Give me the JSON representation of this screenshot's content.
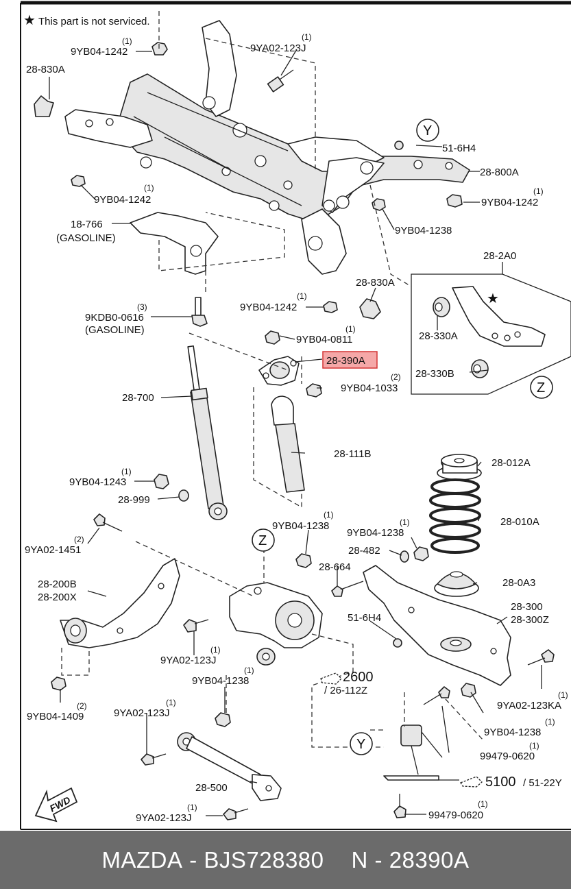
{
  "note": "This part is not serviced.",
  "highlight": {
    "label": "28-390A",
    "fill": "#f5a8a8",
    "stroke": "#d33333"
  },
  "labels": {
    "q1242a": "(1)",
    "p1242a": "9YB04-1242",
    "q123j_a": "(1)",
    "p123j_a": "9YA02-123J",
    "p830a_1": "28-830A",
    "c_y1": "Y",
    "p6h4_a": "51-6H4",
    "p800a": "28-800A",
    "q1242c": "(1)",
    "p1242c": "9YB04-1242",
    "q1242b": "(1)",
    "p1242b": "9YB04-1242",
    "p766": "18-766",
    "p766g": "(GASOLINE)",
    "p1238a": "9YB04-1238",
    "p2a0": "28-2A0",
    "q0616": "(3)",
    "p0616": "9KDB0-0616",
    "p0616g": "(GASOLINE)",
    "q1242d": "(1)",
    "p1242d": "9YB04-1242",
    "p830a_2": "28-830A",
    "p330a": "28-330A",
    "q0811": "(1)",
    "p0811": "9YB04-0811",
    "q1033": "(2)",
    "p1033": "9YB04-1033",
    "p330b": "28-330B",
    "c_z1": "Z",
    "p700": "28-700",
    "p111b": "28-111B",
    "p012a": "28-012A",
    "q1243": "(1)",
    "p1243": "9YB04-1243",
    "p999": "28-999",
    "p010a": "28-010A",
    "q1451": "(2)",
    "p1451": "9YA02-1451",
    "q1238b": "(1)",
    "p1238b": "9YB04-1238",
    "q1238c": "(1)",
    "p1238c": "9YB04-1238",
    "c_z2": "Z",
    "p482": "28-482",
    "p664": "28-664",
    "p0a3": "28-0A3",
    "p200b": "28-200B",
    "p200x": "28-200X",
    "p300": "28-300",
    "p300z": "28-300Z",
    "p6h4_b": "51-6H4",
    "q123j_b": "(1)",
    "p123j_b": "9YA02-123J",
    "p2600": "2600",
    "p112z": "/ 26-112Z",
    "q1238d": "(1)",
    "p1238d": "9YB04-1238",
    "q123ka": "(1)",
    "p123ka": "9YA02-123KA",
    "q1409": "(2)",
    "p1409": "9YB04-1409",
    "q123j_c": "(1)",
    "p123j_c": "9YA02-123J",
    "q1238e": "(1)",
    "p1238e": "9YB04-1238",
    "c_y2": "Y",
    "q0620a": "(1)",
    "p0620a": "99479-0620",
    "p500": "28-500",
    "p5100": "5100",
    "p5122y": "/ 51-22Y",
    "fwd": "FWD",
    "q123j_d": "(1)",
    "p123j_d": "9YA02-123J",
    "q0620b": "(1)",
    "p0620b": "99479-0620"
  },
  "footer": {
    "brand": "MAZDA",
    "sep": "-",
    "part_number": "BJS728380",
    "n_prefix": "N",
    "n_sep": "-",
    "n_code": "28390A"
  }
}
